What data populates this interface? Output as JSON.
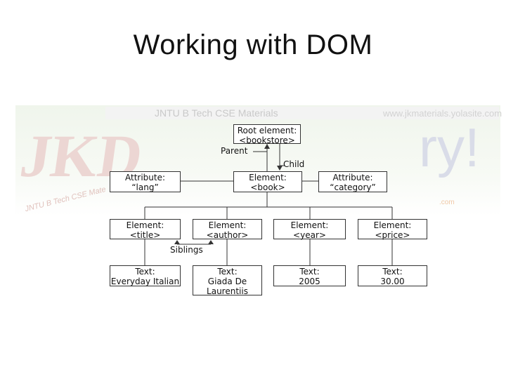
{
  "title": "Working with DOM",
  "watermark": {
    "header_left": "JNTU B Tech CSE Materials",
    "header_right": "www.jkmaterials.yolasite.com",
    "logo": "JKD",
    "logo_sub": "JNTU B Tech CSE Mate",
    "right_fragment": "ry!",
    "right_sub": ".com"
  },
  "nodes": {
    "root": [
      "Root element:",
      "<bookstore>"
    ],
    "book": [
      "Element:",
      "<book>"
    ],
    "attr_lang": [
      "Attribute:",
      "“lang”"
    ],
    "attr_category": [
      "Attribute:",
      "“category”"
    ],
    "title_el": [
      "Element:",
      "<title>"
    ],
    "author_el": [
      "Element:",
      "<author>"
    ],
    "year_el": [
      "Element:",
      "<year>"
    ],
    "price_el": [
      "Element:",
      "<price>"
    ],
    "text_title": [
      "Text:",
      "Everyday Italian"
    ],
    "text_author": [
      "Text:",
      "Giada De",
      "Laurentiis"
    ],
    "text_year": [
      "Text:",
      "2005"
    ],
    "text_price": [
      "Text:",
      "30.00"
    ]
  },
  "labels": {
    "parent": "Parent",
    "child": "Child",
    "siblings": "Siblings"
  },
  "colors": {
    "border": "#333333",
    "text": "#111111"
  }
}
